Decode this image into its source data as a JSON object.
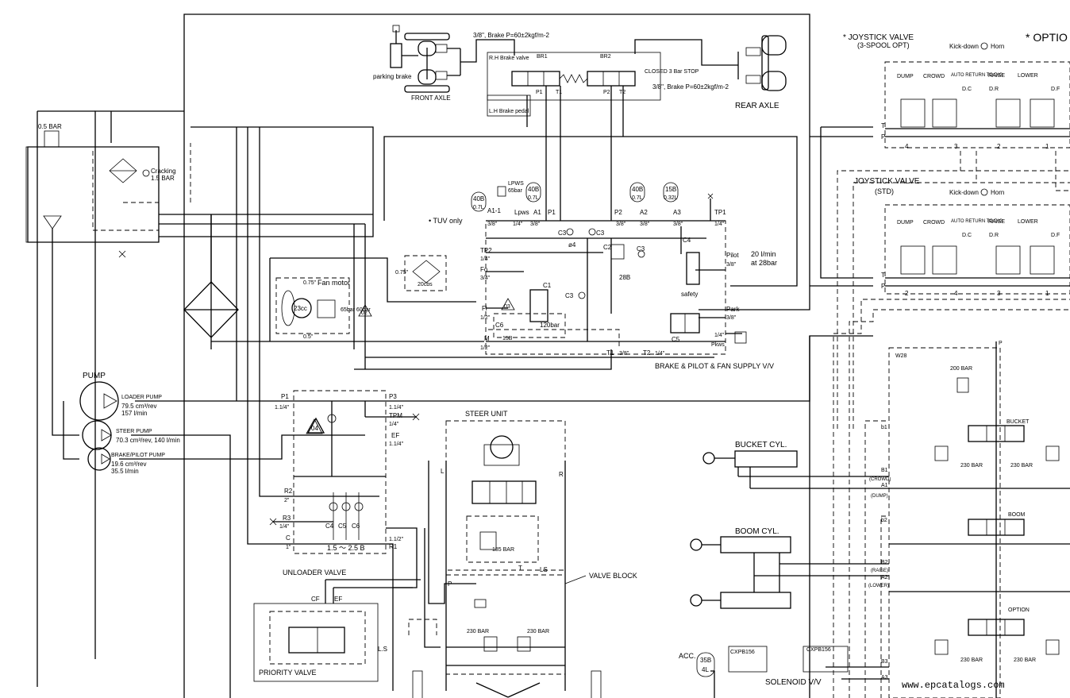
{
  "labels": {
    "brake_line_top": "3/8\", Brake P=60±2kgf/m-2",
    "brake_line_right": "3/8\", Brake P=60±2kgf/m-2",
    "parking_brake": "parking brake",
    "front_axle": "FRONT AXLE",
    "rear_axle": "REAR AXLE",
    "rh_brake_valve": "R.H Brake valve",
    "lh_brake_pedal": "L.H Brake pedal",
    "br1": "BR1",
    "br2": "BR2",
    "closed_stop": "CLOSED 3 Bar STOP",
    "p1_top": "P1",
    "t1_top": "T1",
    "p2_top": "P2",
    "t2_top": "T2",
    "tank_bar": "0.5 BAR",
    "cracking": "Cracking",
    "cracking_bar": "1.5 BAR",
    "tuv_only": "• TUV only",
    "lpws": "LPWS",
    "lpws_bar": "65bar",
    "a1_1": "A1-1",
    "a1": "A1",
    "p1": "P1",
    "p2": "P2",
    "a2": "A2",
    "a3": "A3",
    "tp1": "TP1",
    "lpws_port": "Lpws",
    "acc_40b_a": "40B",
    "acc_07l_a": "0.7L",
    "acc_40b_b": "40B",
    "acc_07l_b": "0.7L",
    "acc_40b_c": "40B",
    "acc_07l_c": "0.7L",
    "acc_15b": "15B",
    "acc_032l": "0.32L",
    "q38": "3/8\"",
    "q14": "1/4\"",
    "q12": "1/2\"",
    "q34": "3/4\"",
    "c3": "C3",
    "c2": "C2",
    "c4": "C4",
    "c1": "C1",
    "c5": "C5",
    "c6": "C6",
    "phi4": "ø4",
    "b28": "28B",
    "b120": "120bar",
    "b15": "15B",
    "tp2": "TP2",
    "fo": "Fo",
    "fi": "Fi",
    "m": "M",
    "safety": "safety",
    "pilot": "Pilot",
    "pilot_flow": "20 l/min",
    "pilot_pressure": "at 28bar",
    "park": "Park",
    "pkws": "Pkws",
    "t1": "T1",
    "t2": "T2",
    "supply_vv": "BRAKE & PILOT & FAN SUPPLY V/V",
    "fan_motor": "Fan motor",
    "fan_cc": "23cc",
    "fan_075": "0.75\"",
    "fan_05": "0.5\"",
    "fan_bar": "65bar 60bar",
    "filter_20": "20cbs",
    "pump": "PUMP",
    "loader_pump": "LOADER PUMP",
    "loader_disp": "79.5 cm³/rev",
    "loader_flow": "157 l/min",
    "steer_pump": "STEER PUMP",
    "steer_spec": "70.3 cm³/rev,   140 l/min",
    "brake_pump": "BRAKE/PILOT PUMP",
    "brake_disp": "19.6 cm³/rev",
    "brake_flow": "35.5 l/min",
    "uv_p1": "P1",
    "uv_p3": "P3",
    "uv_tpm": "TPM",
    "uv_ef": "EF",
    "uv_r2": "R2",
    "uv_r3": "R3",
    "uv_c": "C",
    "uv_r1": "R1",
    "size_1_14": "1.1/4\"",
    "size_2": "2\"",
    "size_1": "1\"",
    "size_1_12": "1.1/2\"",
    "uv_range": "1.5 ～ 2.5 B",
    "unloader_valve": "UNLOADER VALVE",
    "steer_unit": "STEER UNIT",
    "valve_block": "VALVE BLOCK",
    "su_l": "L",
    "su_r": "R",
    "su_t": "T",
    "su_ls": "LS",
    "su_p": "P",
    "b185": "185 BAR",
    "b230a": "230 BAR",
    "b230b": "230 BAR",
    "priority_valve": "PRIORITY VALVE",
    "pv_cf": "CF",
    "pv_ef": "EF",
    "pv_ls": "L.S",
    "joystick_opt": "* JOYSTICK VALVE",
    "joystick_opt_sub": "(3-SPOOL OPT)",
    "optio": "* OPTIO",
    "joystick_std": "JOYSTICK VALVE",
    "joystick_std_sub": "(STD)",
    "kickdown": "Kick-down",
    "horn": "Horn",
    "dump": "DUMP",
    "crowd": "CROWD",
    "auto_return": "AUTO RETURN TO DIG",
    "raise": "RAISE",
    "lower": "LOWER",
    "dc": "D.C",
    "dr": "D.R",
    "df": "D.F",
    "jt": "T",
    "jp": "P",
    "n4": "4",
    "n3": "3",
    "n2": "2",
    "n1": "1",
    "mcv_w28": "W28",
    "mcv_p": "P",
    "b200": "200 BAR",
    "bucket": "BUCKET",
    "boom": "BOOM",
    "option": "OPTION",
    "b230c": "230 BAR",
    "b230d": "230 BAR",
    "b230e": "230 BAR",
    "b230f": "230 BAR",
    "b1": "B1",
    "crowd_p": "(CROWD)",
    "a1_mcv": "A1",
    "dump_p": "(DUMP)",
    "b2": "B2",
    "raise_p": "(RAISE)",
    "a2_mcv": "A2",
    "lower_p": "(LOWER)",
    "b3": "B3",
    "a3_mcv": "A3",
    "bi1": "b1",
    "bi2": "b2",
    "bucket_cyl": "BUCKET CYL.",
    "boom_cyl": "BOOM CYL.",
    "acc": "ACC.",
    "acc_35b": "35B",
    "acc_4l": "4L",
    "cxpb156_a": "CXPB156",
    "cxpb156_b": "CXPB156",
    "solenoid_vv": "SOLENOID V/V",
    "watermark": "www.epcatalogs.com",
    "tri_02": "02",
    "tri_04": "04",
    "tri_03": "03"
  }
}
